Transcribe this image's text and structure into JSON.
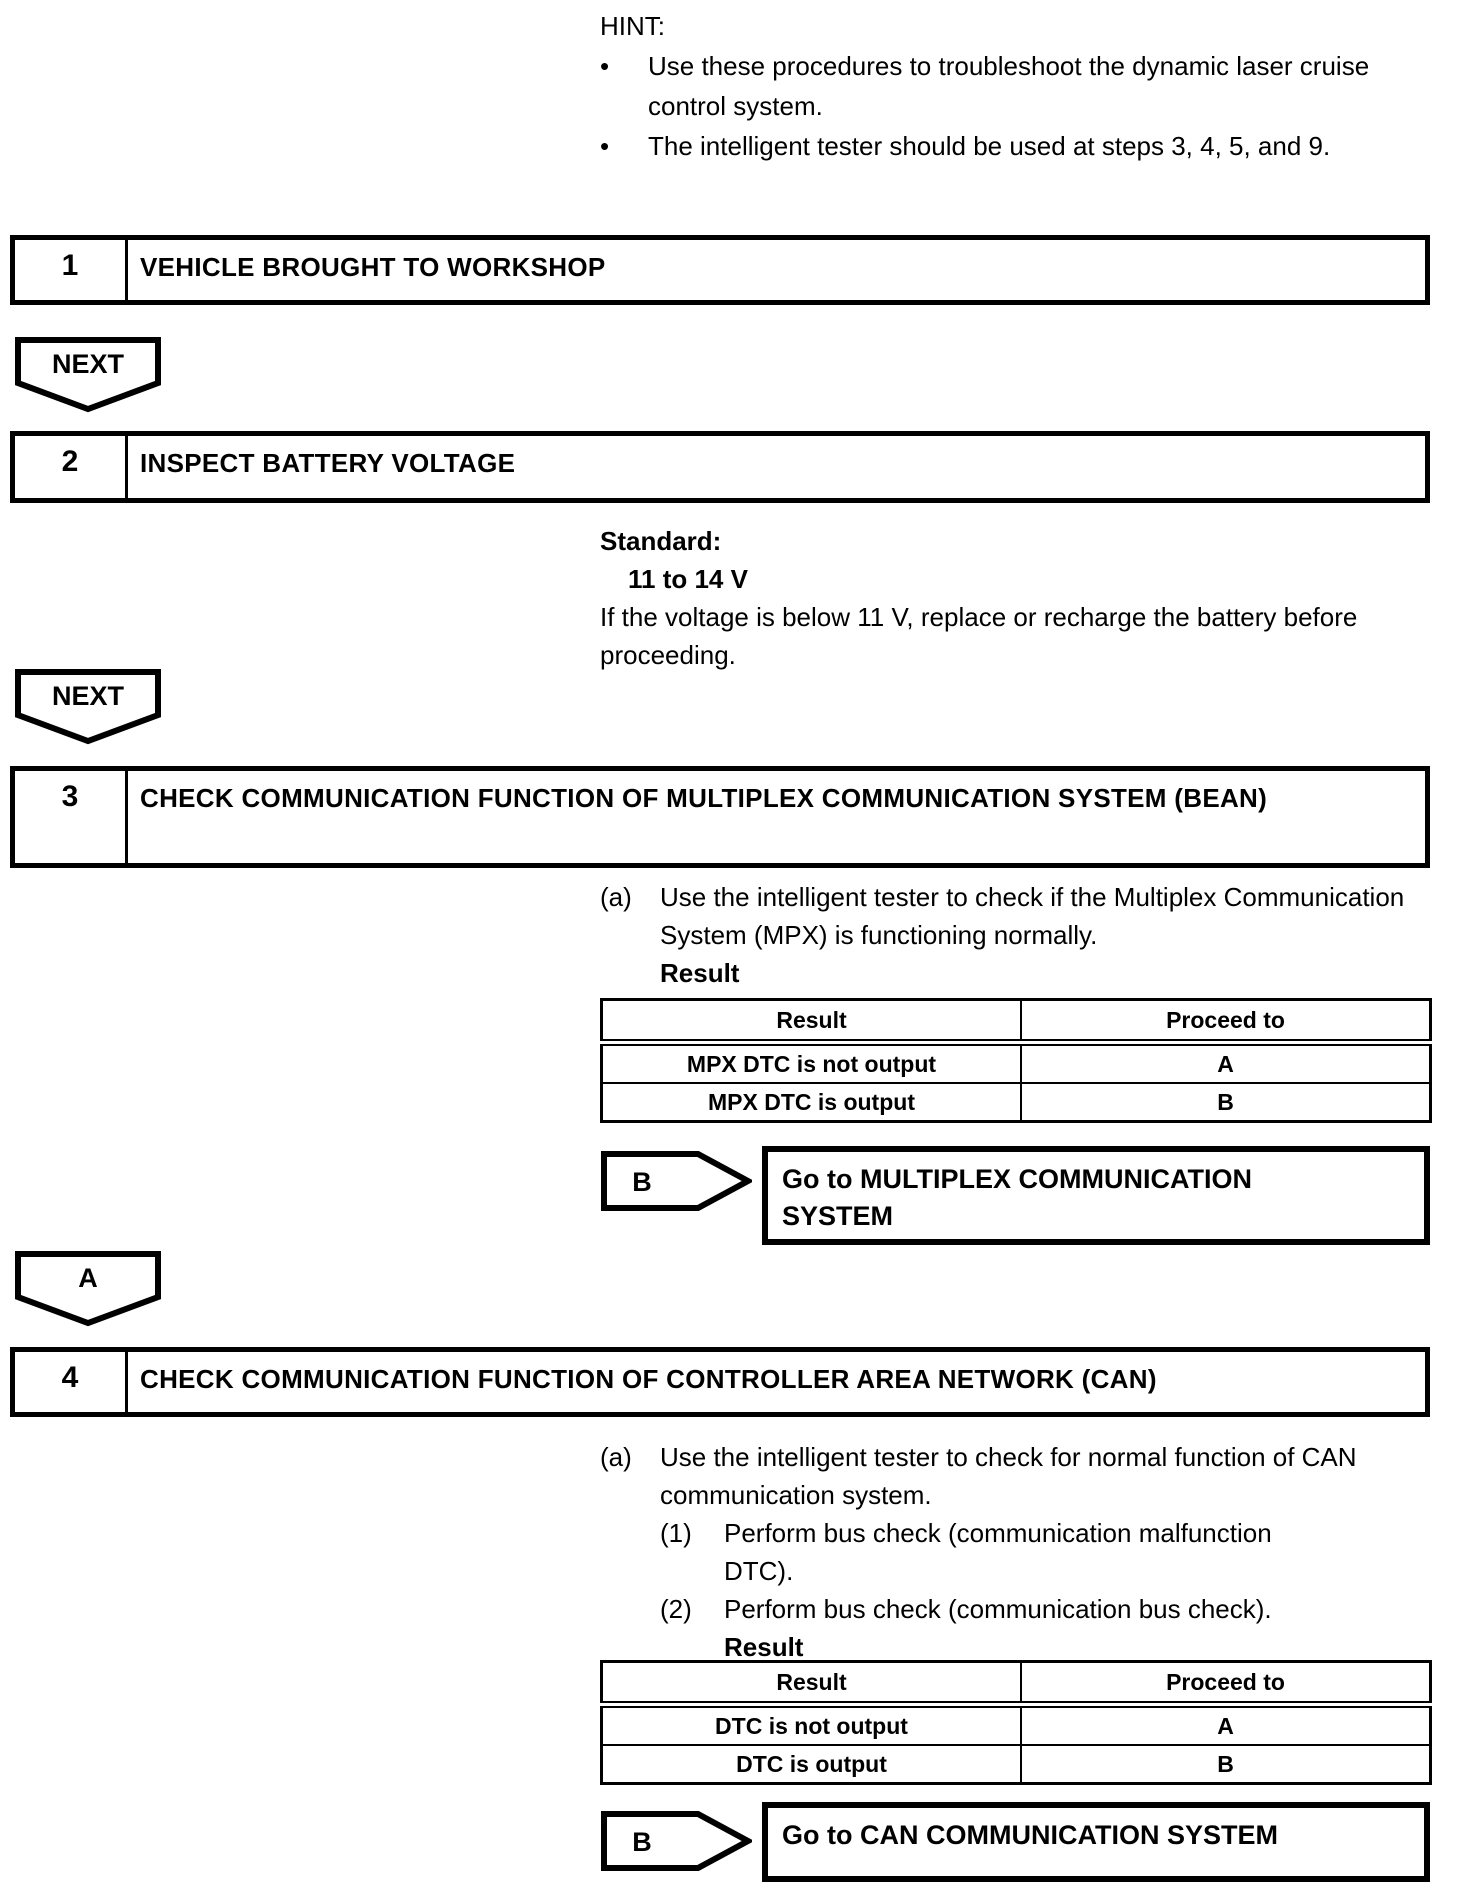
{
  "colors": {
    "ink": "#000000",
    "paper": "#ffffff"
  },
  "hint": {
    "label": "HINT:",
    "bullet_char": "•",
    "bullets": [
      "Use these procedures to troubleshoot the dynamic laser cruise control system.",
      "The intelligent tester should be used at steps 3, 4, 5, and 9."
    ]
  },
  "steps": {
    "step1": {
      "number": "1",
      "title": "VEHICLE BROUGHT TO WORKSHOP"
    },
    "step2": {
      "number": "2",
      "title": "INSPECT BATTERY VOLTAGE"
    },
    "step3": {
      "number": "3",
      "title": "CHECK COMMUNICATION FUNCTION OF MULTIPLEX COMMUNICATION SYSTEM (BEAN)"
    },
    "step4": {
      "number": "4",
      "title": "CHECK COMMUNICATION FUNCTION OF CONTROLLER AREA NETWORK (CAN)"
    }
  },
  "connectors": {
    "next": "NEXT",
    "a_label": "A",
    "b_label": "B"
  },
  "step2_detail": {
    "standard_label": "Standard:",
    "standard_value": "11 to 14 V",
    "note": "If the voltage is below 11 V, replace or recharge the battery before proceeding."
  },
  "step3_detail": {
    "item_label": "(a)",
    "item_text": "Use the intelligent tester to check if the Multiplex Communication System (MPX) is functioning normally.",
    "result_label": "Result",
    "table": {
      "headers": [
        "Result",
        "Proceed to"
      ],
      "rows": [
        [
          "MPX DTC is not output",
          "A"
        ],
        [
          "MPX DTC is output",
          "B"
        ]
      ]
    },
    "goto_label": "Go to MULTIPLEX COMMUNICATION SYSTEM"
  },
  "step4_detail": {
    "item_label": "(a)",
    "item_text": "Use the intelligent tester to check for normal function of CAN communication system.",
    "sub1_label": "(1)",
    "sub1_text": "Perform bus check (communication malfunction DTC).",
    "sub2_label": "(2)",
    "sub2_text": "Perform bus check (communication bus check).",
    "result_label": "Result",
    "table": {
      "headers": [
        "Result",
        "Proceed to"
      ],
      "rows": [
        [
          "DTC is not output",
          "A"
        ],
        [
          "DTC is output",
          "B"
        ]
      ]
    },
    "goto_label": "Go to CAN COMMUNICATION SYSTEM"
  }
}
